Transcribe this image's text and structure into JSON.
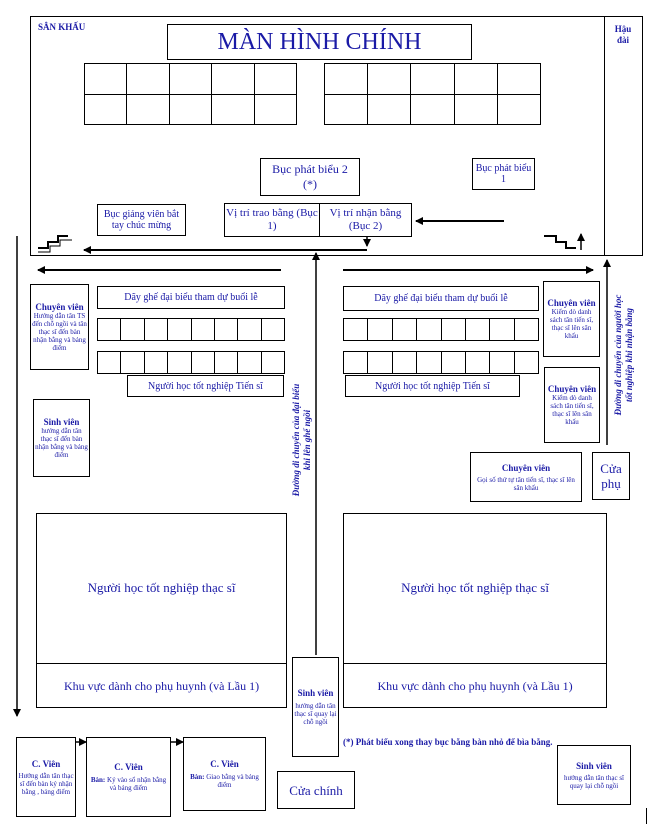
{
  "stage": {
    "label": "SÂN KHẤU",
    "backstage": "Hậu đài",
    "main_screen": "MÀN HÌNH CHÍNH",
    "podium2_title": "Bục phát biểu 2",
    "podium2_note": "(*)",
    "podium1": "Bục phát biểu 1",
    "lecturer_podium": "Bục giảng viên bắt tay chúc mừng",
    "award_position": "Vị trí trao bằng (Bục 1)",
    "receive_position": "Vị trí nhận bằng (Bục 2)"
  },
  "hall": {
    "delegate_seats_left": "Dãy ghế đại biểu tham dự buổi lễ",
    "delegate_seats_right": "Dãy ghế đại biểu tham dự buổi lễ",
    "phd_grads_left": "Người học tốt nghiệp Tiến sĩ",
    "phd_grads_right": "Người học tốt nghiệp Tiến sĩ",
    "masters_left": "Người học tốt nghiệp thạc sĩ",
    "masters_right": "Người học tốt nghiệp thạc sĩ",
    "parents_left": "Khu vực dành cho phụ huynh (và Lầu 1)",
    "parents_right": "Khu vực dành cho phụ huynh (và Lầu 1)",
    "path_delegates": "Đường di chuyển của đại biểu khi lên ghế ngồi",
    "path_grads": "Đường di chuyển của người học tốt nghiệp khi nhận bằng",
    "side_door": "Cửa phụ",
    "main_door": "Cửa chính",
    "footnote": "(*) Phát biểu xong thay bục bằng bàn nhỏ để bìa bằng."
  },
  "staff": {
    "left_specialist_title": "Chuyên viên",
    "left_specialist_desc": "Hướng dẫn tân TS đến chỗ ngồi và tân thạc sĩ đến bàn nhận bằng và bảng điểm",
    "left_student_title": "Sinh viên",
    "left_student_desc": "hướng dẫn tân thạc sĩ đến bàn nhận bằng và bảng điểm",
    "right_specialist1_title": "Chuyên viên",
    "right_specialist1_desc": "Kiểm dò danh sách tân tiến sĩ, thạc sĩ lên sân khấu",
    "right_specialist2_title": "Chuyên viên",
    "right_specialist2_desc": "Kiểm dò danh sách tân tiến sĩ, thạc sĩ lên sân khấu",
    "caller_title": "Chuyên viên",
    "caller_desc": "Gọi số thứ tự tân tiến sĩ, thạc sĩ lên sân khấu",
    "center_student_title": "Sinh viên",
    "center_student_desc": "hướng dẫn tân thạc sĩ quay lại chỗ ngồi",
    "bottom1_title": "C. Viên",
    "bottom1_desc": "Hướng dẫn tân thạc sĩ đến bàn ký nhận bằng , bảng điểm",
    "bottom2_title": "C. Viên",
    "bottom2_bold": "Bàn:",
    "bottom2_desc": "Ký vào sổ nhận bằng và bảng điểm",
    "bottom3_title": "C. Viên",
    "bottom3_bold": "Bàn:",
    "bottom3_desc": "Giao bằng và bảng điểm",
    "bottom_right_title": "Sinh viên",
    "bottom_right_desc": "hướng dẫn tân thạc sĩ quay lại chỗ ngồi"
  }
}
